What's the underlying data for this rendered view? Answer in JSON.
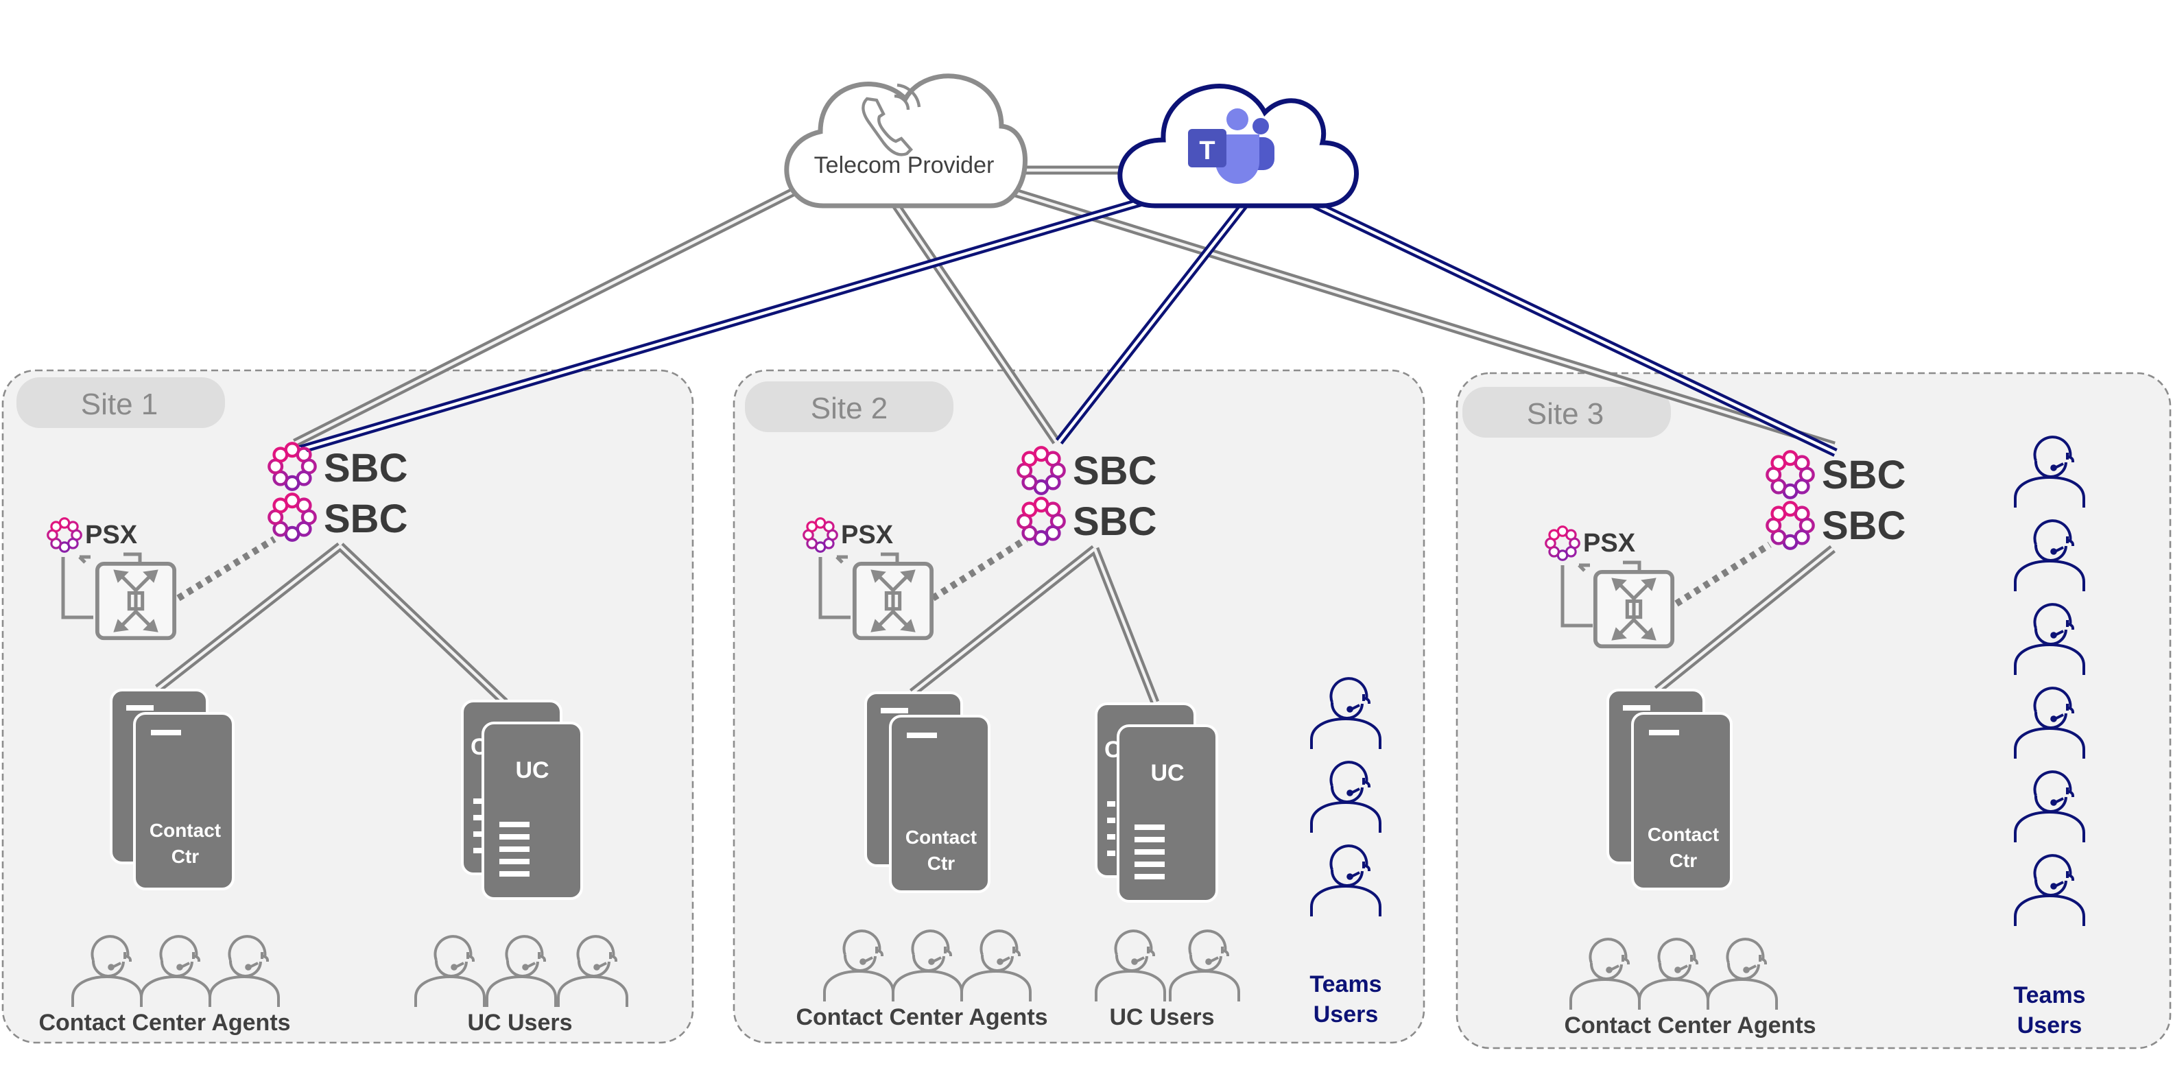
{
  "clouds": {
    "telecom": {
      "label": "Telecom Provider",
      "icon": "phone-icon"
    },
    "teams": {
      "logo_letter": "T",
      "icon": "microsoft-teams-logo"
    }
  },
  "sites": [
    {
      "id": "site1",
      "title": "Site 1",
      "sbc": [
        "SBC",
        "SBC"
      ],
      "psx": "PSX",
      "servers": [
        {
          "kind": "contact-center",
          "label_line1": "Contact",
          "label_line2": "Ctr"
        },
        {
          "kind": "uc",
          "label_back": "C",
          "label_front": "UC"
        }
      ],
      "groups": [
        {
          "label": "Contact Center Agents",
          "count": 3
        },
        {
          "label": "UC Users",
          "count": 3
        }
      ]
    },
    {
      "id": "site2",
      "title": "Site 2",
      "sbc": [
        "SBC",
        "SBC"
      ],
      "psx": "PSX",
      "servers": [
        {
          "kind": "contact-center",
          "label_line1": "Contact",
          "label_line2": "Ctr"
        },
        {
          "kind": "uc",
          "label_back": "C",
          "label_front": "UC"
        }
      ],
      "groups": [
        {
          "label": "Contact Center Agents",
          "count": 3
        },
        {
          "label": "UC Users",
          "count": 2
        }
      ],
      "teams_users": {
        "label_line1": "Teams",
        "label_line2": "Users",
        "count": 3
      }
    },
    {
      "id": "site3",
      "title": "Site 3",
      "sbc": [
        "SBC",
        "SBC"
      ],
      "psx": "PSX",
      "servers": [
        {
          "kind": "contact-center",
          "label_line1": "Contact",
          "label_line2": "Ctr"
        }
      ],
      "groups": [
        {
          "label": "Contact Center Agents",
          "count": 3
        }
      ],
      "teams_users": {
        "label_line1": "Teams",
        "label_line2": "Users",
        "count": 6
      }
    }
  ],
  "colors": {
    "gray_line": "#808080",
    "navy_line": "#0c1276",
    "site_fill": "#f2f2f2",
    "site_border": "#8c8c8c",
    "site_tab": "#dedede",
    "site_tab_text": "#8a8a8a",
    "server_fill": "#7a7a7a",
    "sbc_text": "#3a3a3a",
    "sbc_ring_pink": "#e0157f",
    "sbc_ring_purple": "#8a1fa8",
    "agent_gray": "#8c8c8c",
    "teams_navy": "#0c1276",
    "teams_logo": "#4b53bc",
    "label_text": "#404040"
  }
}
